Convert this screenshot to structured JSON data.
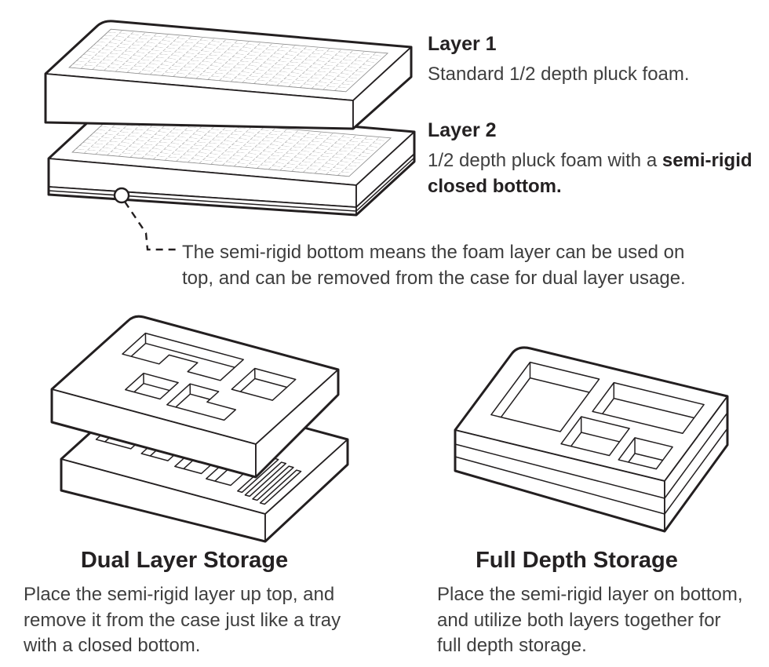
{
  "layers": [
    {
      "title": "Layer 1",
      "description": "Standard 1/2 depth pluck foam."
    },
    {
      "title": "Layer 2",
      "desc_prefix": "1/2 depth pluck foam with a ",
      "desc_bold": "semi-rigid closed bottom."
    }
  ],
  "callout": {
    "line1": "The semi-rigid bottom means the foam layer can be used on",
    "line2": "top, and can be removed from the case for dual layer usage."
  },
  "sections": [
    {
      "heading": "Dual Layer Storage",
      "lines": [
        "Place the semi-rigid layer up top, and",
        "remove it from the case just like a tray",
        "with a closed bottom."
      ]
    },
    {
      "heading": "Full Depth Storage",
      "lines": [
        "Place the semi-rigid layer on bottom,",
        "and utilize both layers together for",
        "full depth storage."
      ]
    }
  ],
  "illustrations": {
    "foam_stack": "pluck-foam-layers-exploded-view",
    "dual_layer": "dual-layer-foam-trays-exploded-view",
    "full_depth": "full-depth-foam-tray"
  },
  "colors": {
    "background": "#ffffff",
    "line": "#231f20",
    "grid_line": "#9b9b9b",
    "heading_text": "#242122",
    "body_text": "#3f3f3f"
  }
}
